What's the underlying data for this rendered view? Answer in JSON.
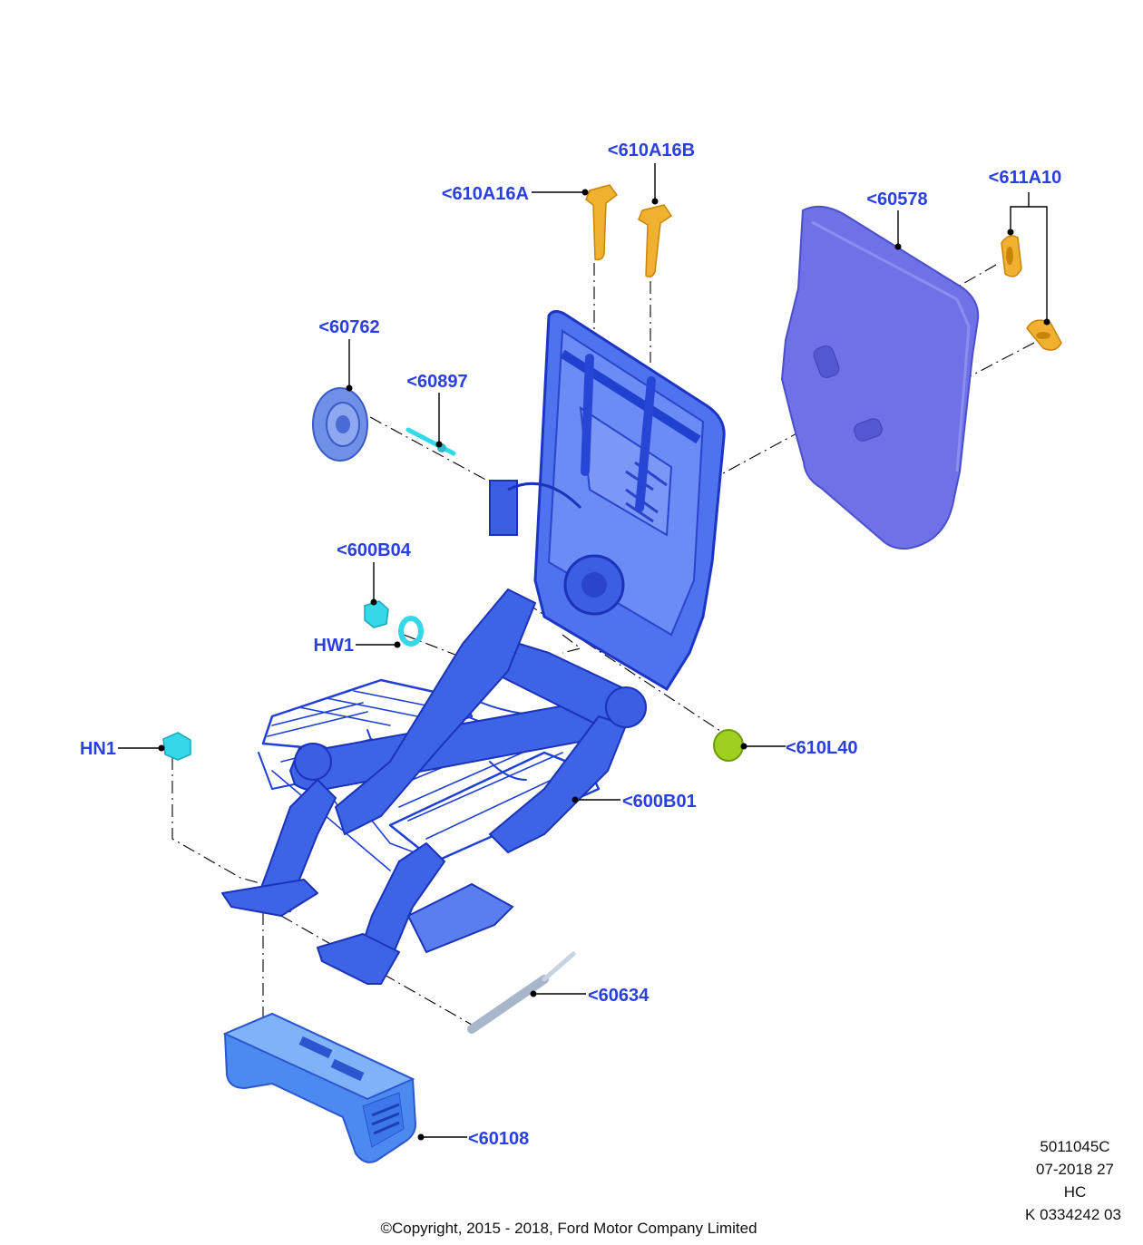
{
  "callouts": {
    "c610A16B": "<610A16B",
    "c610A16A": "<610A16A",
    "c60578": "<60578",
    "c611A10": "<611A10",
    "c60762": "<60762",
    "c60897": "<60897",
    "c600B04": "<600B04",
    "cHW1": "HW1",
    "cHN1": "HN1",
    "c610L40": "<610L40",
    "c600B01": "<600B01",
    "c60634": "<60634",
    "c60108": "<60108"
  },
  "meta": {
    "diagram_no": "5011045C",
    "date": "07-2018 27",
    "code": "HC",
    "ref": "K 0334242 03",
    "copyright": "©Copyright, 2015 - 2018, Ford Motor Company Limited"
  },
  "colors": {
    "label": "#2a3fe0",
    "frame": "#3d63e6",
    "panel": "#6f74e8",
    "fastener_yellow": "#f0b030",
    "clip_cyan": "#35d8e8",
    "bumper_green": "#9fd020"
  }
}
